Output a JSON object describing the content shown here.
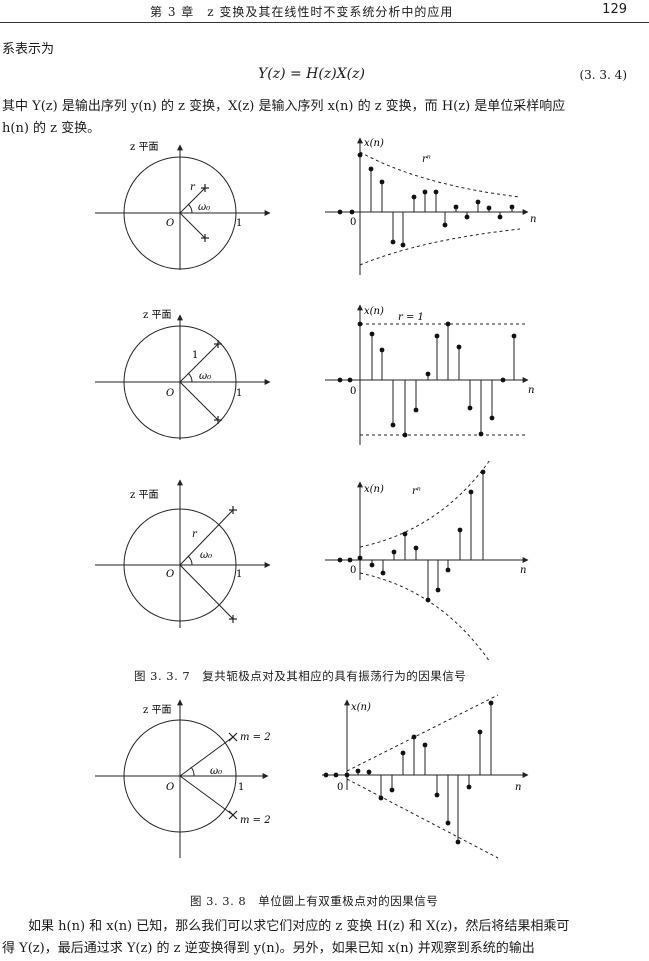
{
  "header": {
    "chapter": "第 3 章　z 变换及其在线性时不变系统分析中的应用",
    "page_number": "129"
  },
  "intro": "系表示为",
  "equation": {
    "text": "Y(z) = H(z)X(z)",
    "number": "(3. 3. 4)"
  },
  "para1": {
    "line1": "其中 Y(z) 是输出序列 y(n) 的 z 变换，X(z) 是输入序列 x(n) 的 z 变换，而 H(z) 是单位采样响应",
    "line2": "h(n) 的 z 变换。"
  },
  "figure_337": {
    "caption": "图 3. 3. 7　复共轭极点对及其相应的具有振荡行为的因果信号",
    "rows": [
      {
        "zplane_label": "z 平面",
        "pole_label": "r",
        "angle_label": "ω₀",
        "origin_label": "O",
        "unit_label": "1",
        "signal_ylabel": "x(n)",
        "signal_xlabel": "n",
        "zero_label": "0",
        "envelope_label": "rⁿ"
      },
      {
        "zplane_label": "z 平面",
        "pole_label": "1",
        "angle_label": "ω₀",
        "origin_label": "O",
        "unit_label": "1",
        "signal_ylabel": "x(n)",
        "signal_xlabel": "n",
        "zero_label": "0",
        "envelope_label": "r = 1"
      },
      {
        "zplane_label": "z 平面",
        "pole_label": "r",
        "angle_label": "ω₀",
        "origin_label": "O",
        "unit_label": "1",
        "signal_ylabel": "x(n)",
        "signal_xlabel": "n",
        "zero_label": "0",
        "envelope_label": "rⁿ"
      }
    ]
  },
  "figure_338": {
    "caption": "图 3. 3. 8　单位圆上有双重极点对的因果信号",
    "zplane_label": "z 平面",
    "pole_label_top": "m = 2",
    "pole_label_bottom": "m = 2",
    "angle_label": "ω₀",
    "origin_label": "O",
    "unit_label": "1",
    "signal_ylabel": "x(n)",
    "signal_xlabel": "n",
    "zero_label": "0"
  },
  "para2": {
    "line1": "如果 h(n) 和 x(n) 已知，那么我们可以求它们对应的 z 变换 H(z) 和 X(z)，然后将结果相乘可",
    "line2": "得 Y(z)，最后通过求 Y(z) 的 z 逆变换得到 y(n)。另外，如果已知 x(n) 并观察到系统的输出"
  }
}
